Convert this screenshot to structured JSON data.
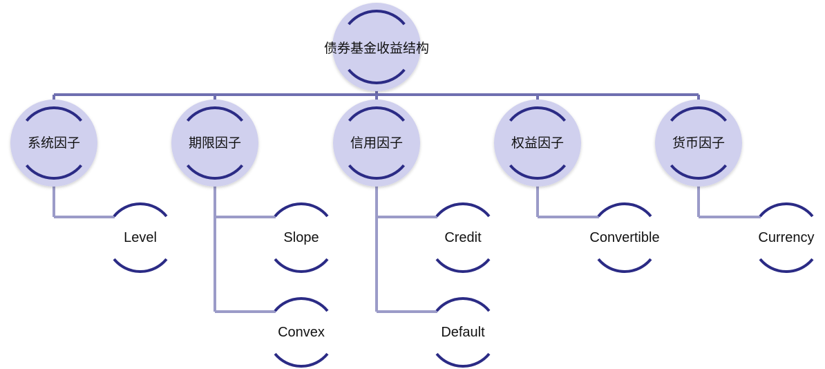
{
  "diagram": {
    "root": {
      "label": "债券基金收益结构"
    },
    "factors": [
      {
        "label": "系统因子",
        "children": [
          "Level"
        ]
      },
      {
        "label": "期限因子",
        "children": [
          "Slope",
          "Convex"
        ]
      },
      {
        "label": "信用因子",
        "children": [
          "Credit",
          "Default"
        ]
      },
      {
        "label": "权益因子",
        "children": [
          "Convertible"
        ]
      },
      {
        "label": "货币因子",
        "children": [
          "Currency"
        ]
      }
    ],
    "colors": {
      "node_fill": "#d0d0ee",
      "arc": "#2b2b85",
      "connector_main": "#6f6fb0",
      "connector_child": "#9b9bc8"
    }
  }
}
